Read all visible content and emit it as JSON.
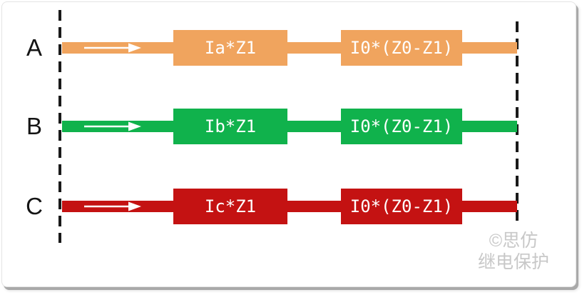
{
  "phases": [
    {
      "label": "A",
      "block1_label": "Ia*Z1",
      "block2_label": "I0*(Z0-Z1)",
      "color": "#F0A45E"
    },
    {
      "label": "B",
      "block1_label": "Ib*Z1",
      "block2_label": "I0*(Z0-Z1)",
      "color": "#10B24C"
    },
    {
      "label": "C",
      "block1_label": "Ic*Z1",
      "block2_label": "I0*(Z0-Z1)",
      "color": "#C41212"
    }
  ],
  "colors": {
    "phase_a": "#F0A45E",
    "phase_b": "#10B24C",
    "phase_c": "#C41212",
    "dashed_boundary": "#1A1A1A",
    "block_text": "#FFFFFF",
    "arrow": "#FFFFFF",
    "watermark": "#C8C8C8"
  },
  "watermark": {
    "line1": "©思仿",
    "line2": "继电保护"
  }
}
